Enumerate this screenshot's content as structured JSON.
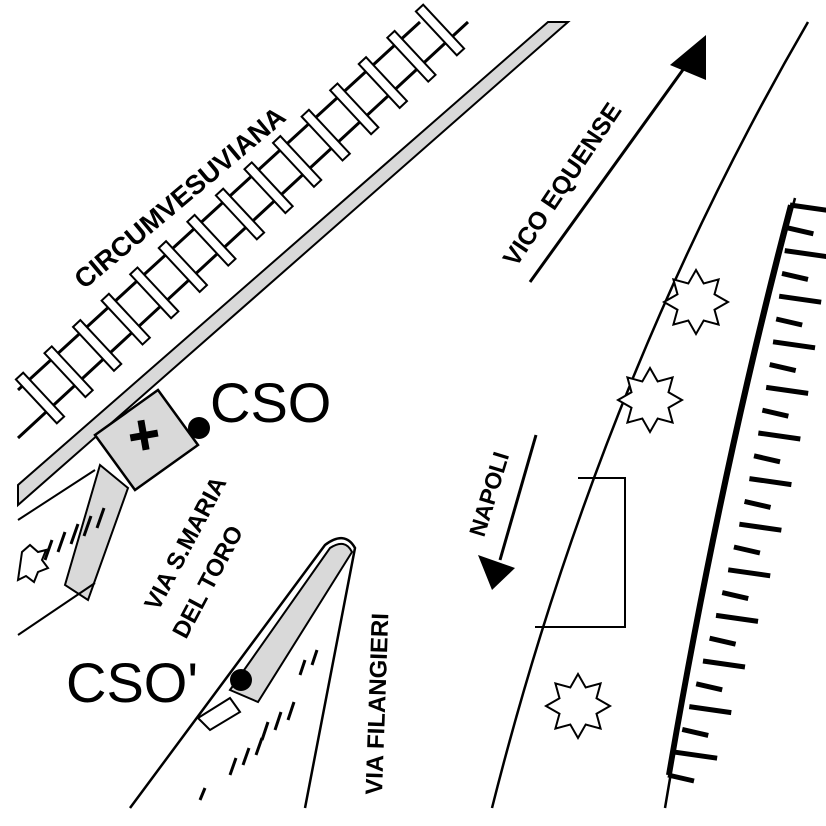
{
  "map": {
    "railway_label": "CIRCUMVESUVIANA",
    "road_north_label": "VICO EQUENSE",
    "road_south_label": "NAPOLI",
    "street_1_label_line1": "VIA S.MARIA",
    "street_1_label_line2": "DEL TORO",
    "street_2_label": "VIA FILANGIERI",
    "point_1_label": "CSO",
    "point_2_label": "CSO'",
    "icons": [
      "church-cross-icon",
      "tree-icon",
      "arrow-icon",
      "point-marker-icon"
    ],
    "colors": {
      "ink": "#000000",
      "fill_gray": "#d9d9d9",
      "background": "#ffffff"
    }
  }
}
